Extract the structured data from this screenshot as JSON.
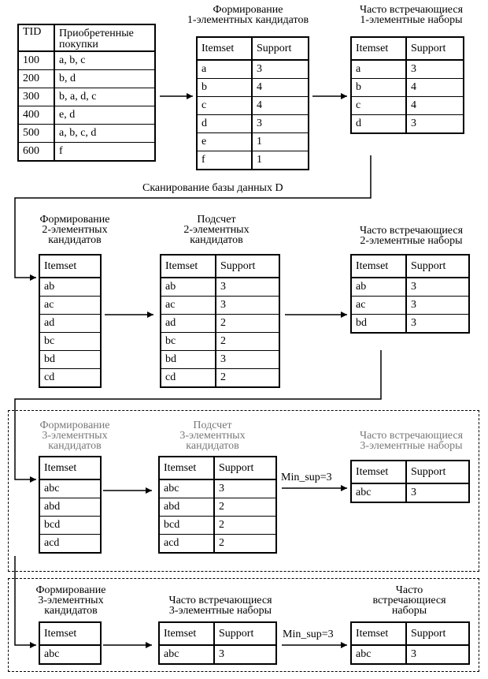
{
  "db": {
    "headers": [
      "TID",
      "Приобретенные покупки"
    ],
    "rows": [
      [
        "100",
        "a, b, c"
      ],
      [
        "200",
        "b, d"
      ],
      [
        "300",
        "b, a, d, c"
      ],
      [
        "400",
        "e, d"
      ],
      [
        "500",
        "a, b, c, d"
      ],
      [
        "600",
        "f"
      ]
    ]
  },
  "r1": {
    "label1": [
      "Формирование",
      "1-элементных кандидатов"
    ],
    "table1": {
      "headers": [
        "Itemset",
        "Support"
      ],
      "rows": [
        [
          "a",
          "3"
        ],
        [
          "b",
          "4"
        ],
        [
          "c",
          "4"
        ],
        [
          "d",
          "3"
        ],
        [
          "e",
          "1"
        ],
        [
          "f",
          "1"
        ]
      ]
    },
    "label2": [
      "Часто встречающиеся",
      "1-элементные наборы"
    ],
    "table2": {
      "headers": [
        "Itemset",
        "Support"
      ],
      "rows": [
        [
          "a",
          "3"
        ],
        [
          "b",
          "4"
        ],
        [
          "c",
          "4"
        ],
        [
          "d",
          "3"
        ]
      ]
    }
  },
  "scan_label": "Сканирование базы данных D",
  "r2": {
    "label1": [
      "Формирование",
      "2-элементных",
      "кандидатов"
    ],
    "table1": {
      "headers": [
        "Itemset"
      ],
      "rows": [
        [
          "ab"
        ],
        [
          "ac"
        ],
        [
          "ad"
        ],
        [
          "bc"
        ],
        [
          "bd"
        ],
        [
          "cd"
        ]
      ]
    },
    "label2": [
      "Подсчет",
      "2-элементных",
      "кандидатов"
    ],
    "table2": {
      "headers": [
        "Itemset",
        "Support"
      ],
      "rows": [
        [
          "ab",
          "3"
        ],
        [
          "ac",
          "3"
        ],
        [
          "ad",
          "2"
        ],
        [
          "bc",
          "2"
        ],
        [
          "bd",
          "3"
        ],
        [
          "cd",
          "2"
        ]
      ]
    },
    "label3": [
      "Часто встречающиеся",
      "2-элементные наборы"
    ],
    "table3": {
      "headers": [
        "Itemset",
        "Support"
      ],
      "rows": [
        [
          "ab",
          "3"
        ],
        [
          "ac",
          "3"
        ],
        [
          "bd",
          "3"
        ]
      ]
    }
  },
  "r3": {
    "label1": [
      "Формирование",
      "3-элементных",
      "кандидатов"
    ],
    "table1": {
      "headers": [
        "Itemset"
      ],
      "rows": [
        [
          "abc"
        ],
        [
          "abd"
        ],
        [
          "bcd"
        ],
        [
          "acd"
        ]
      ]
    },
    "label2": [
      "Подсчет",
      "3-элементных",
      "кандидатов"
    ],
    "table2": {
      "headers": [
        "Itemset",
        "Support"
      ],
      "rows": [
        [
          "abc",
          "3"
        ],
        [
          "abd",
          "2"
        ],
        [
          "bcd",
          "2"
        ],
        [
          "acd",
          "2"
        ]
      ]
    },
    "minsup": "Min_sup=3",
    "label3": [
      "Часто встречающиеся",
      "3-элементные наборы"
    ],
    "table3": {
      "headers": [
        "Itemset",
        "Support"
      ],
      "rows": [
        [
          "abc",
          "3"
        ]
      ]
    }
  },
  "r4": {
    "label1": [
      "Формирование",
      "3-элементных",
      "кандидатов"
    ],
    "table1": {
      "headers": [
        "Itemset"
      ],
      "rows": [
        [
          "abc"
        ]
      ]
    },
    "label2": [
      "Часто встречающиеся",
      "3-элементные наборы"
    ],
    "table2": {
      "headers": [
        "Itemset",
        "Support"
      ],
      "rows": [
        [
          "abc",
          "3"
        ]
      ]
    },
    "minsup": "Min_sup=3",
    "label3": [
      "Часто",
      "встречающиеся",
      "наборы"
    ],
    "table3": {
      "headers": [
        "Itemset",
        "Support"
      ],
      "rows": [
        [
          "abc",
          "3"
        ]
      ]
    }
  },
  "colors": {
    "line": "#000000",
    "faded_label": "#777777"
  }
}
